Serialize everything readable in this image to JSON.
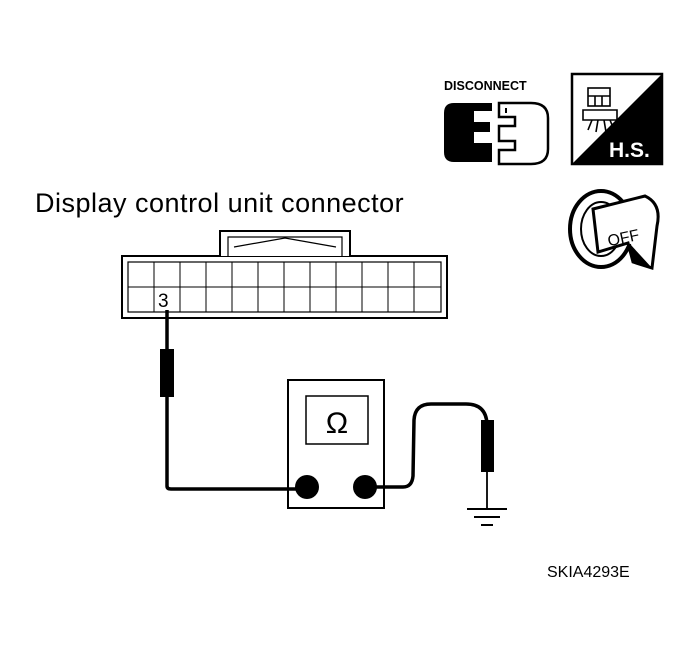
{
  "title": "Display control unit connector",
  "pin_label": "3",
  "meter_symbol": "Ω",
  "icons": {
    "disconnect": {
      "label": "DISCONNECT"
    },
    "harness_sensor": {
      "label": "H.S."
    },
    "ignition_key": {
      "label": "OFF"
    }
  },
  "figure_code": "SKIA4293E",
  "colors": {
    "ink": "#000000",
    "paper": "#ffffff"
  }
}
